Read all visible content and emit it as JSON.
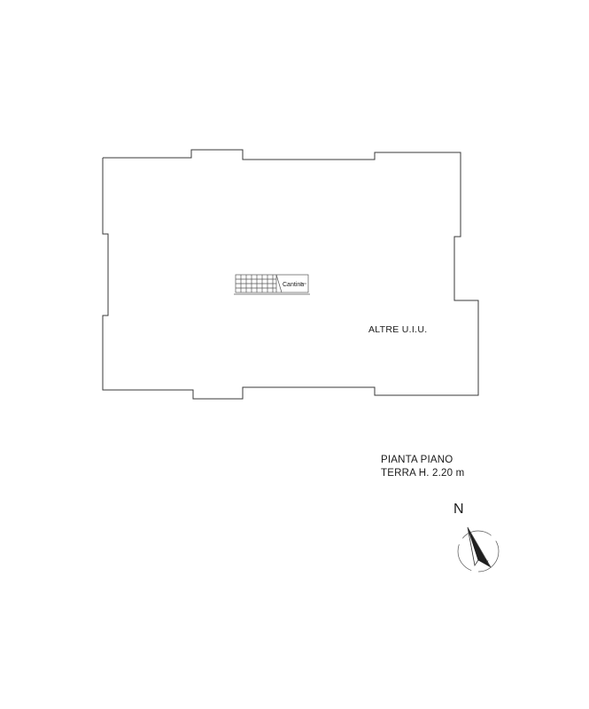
{
  "plan": {
    "stair_label": "Cantina",
    "area_label": "ALTRE U.I.U."
  },
  "caption": {
    "line1": "PIANTA PIANO",
    "line2": "TERRA H. 2.20 m"
  },
  "compass": {
    "north_label": "N",
    "needle_label": "N",
    "north_icon": "north-arrow-icon"
  }
}
